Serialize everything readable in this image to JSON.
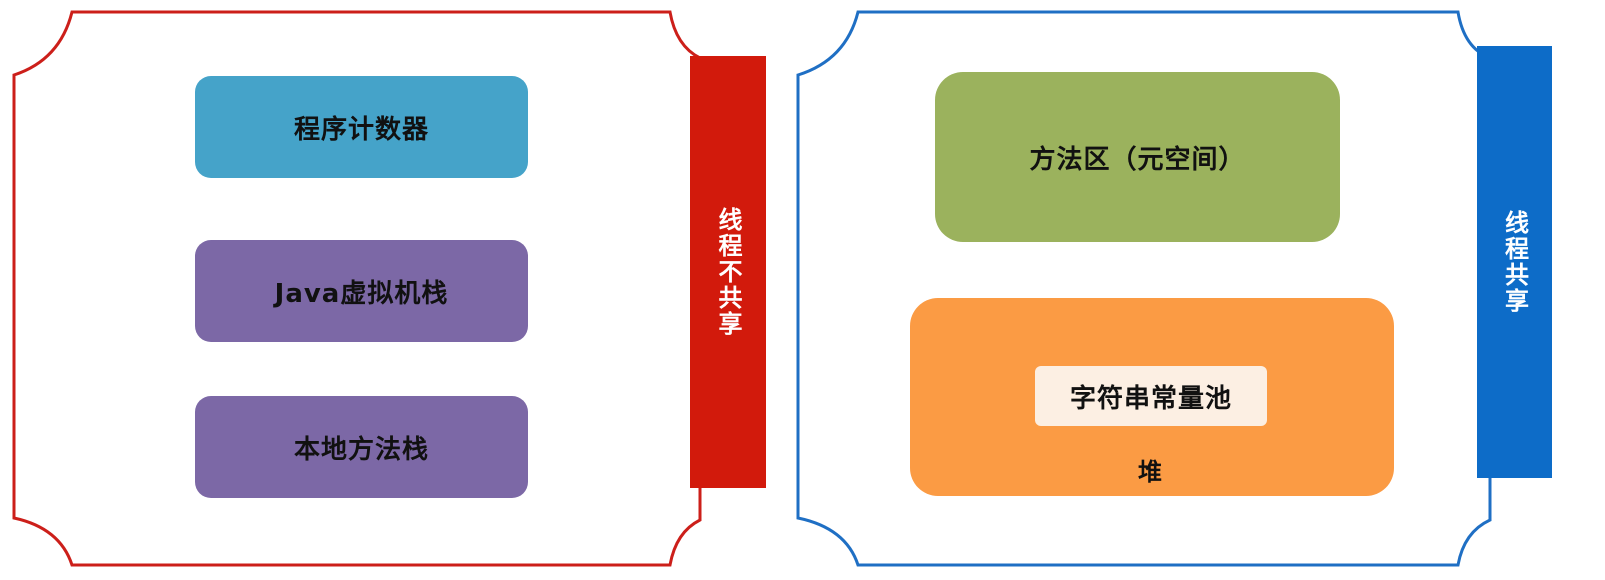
{
  "left_panel": {
    "banner": "线程不共享",
    "blocks": [
      "程序计数器",
      "Java虚拟机栈",
      "本地方法栈"
    ]
  },
  "right_panel": {
    "banner": "线程共享",
    "method_area": "方法区（元空间）",
    "string_pool": "字符串常量池",
    "heap": "堆"
  },
  "colors": {
    "left_frame": "#cc1f1a",
    "left_banner": "#d21a0c",
    "right_frame": "#1f6fc4",
    "right_banner": "#0d6cc8",
    "program_counter": "#45a3c9",
    "java_stack": "#7c68a6",
    "native_stack": "#7c68a6",
    "method_area": "#9bb25d",
    "heap": "#fb9b44",
    "string_pool": "#fcefe3"
  }
}
